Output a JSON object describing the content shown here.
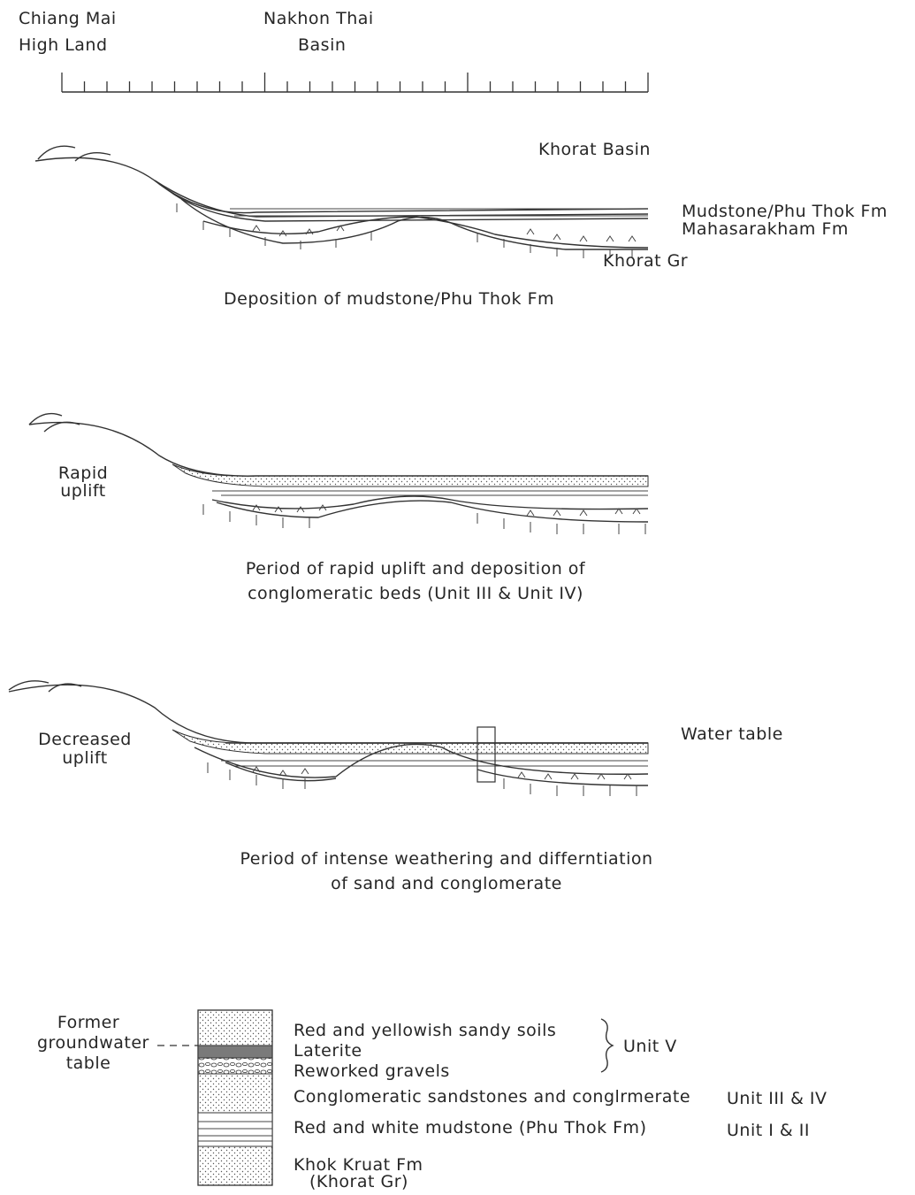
{
  "header": {
    "left_line1": "Chiang Mai",
    "left_line2": "High Land",
    "mid_line1": "Nakhon Thai",
    "mid_line2": "Basin"
  },
  "panel1": {
    "region_label": "Khorat Basin",
    "label_mudstone": "Mudstone/Phu Thok Fm",
    "label_mahasarakham": "Mahasarakham Fm",
    "label_khorat_gr": "Khorat Gr",
    "caption": "Deposition of mudstone/Phu Thok Fm"
  },
  "panel2": {
    "side_line1": "Rapid",
    "side_line2": "uplift",
    "caption_line1": "Period of rapid uplift and deposition of",
    "caption_line2": "conglomeratic beds (Unit III & Unit IV)"
  },
  "panel3": {
    "side_line1": "Decreased",
    "side_line2": "uplift",
    "label_water_table": "Water table",
    "caption_line1": "Period of intense weathering and differntiation",
    "caption_line2": "of sand and conglomerate"
  },
  "column": {
    "side_line1": "Former",
    "side_line2": "groundwater",
    "side_line3": "table",
    "layers": [
      "Red and yellowish sandy soils",
      "Laterite",
      "Reworked gravels",
      "Conglomeratic sandstones and conglrmerate",
      "Red and white mudstone (Phu Thok Fm)",
      "Khok Kruat Fm",
      "(Khorat Gr)"
    ],
    "unit_v": "Unit V",
    "unit_iii_iv": "Unit III & IV",
    "unit_i_ii": "Unit I & II"
  }
}
